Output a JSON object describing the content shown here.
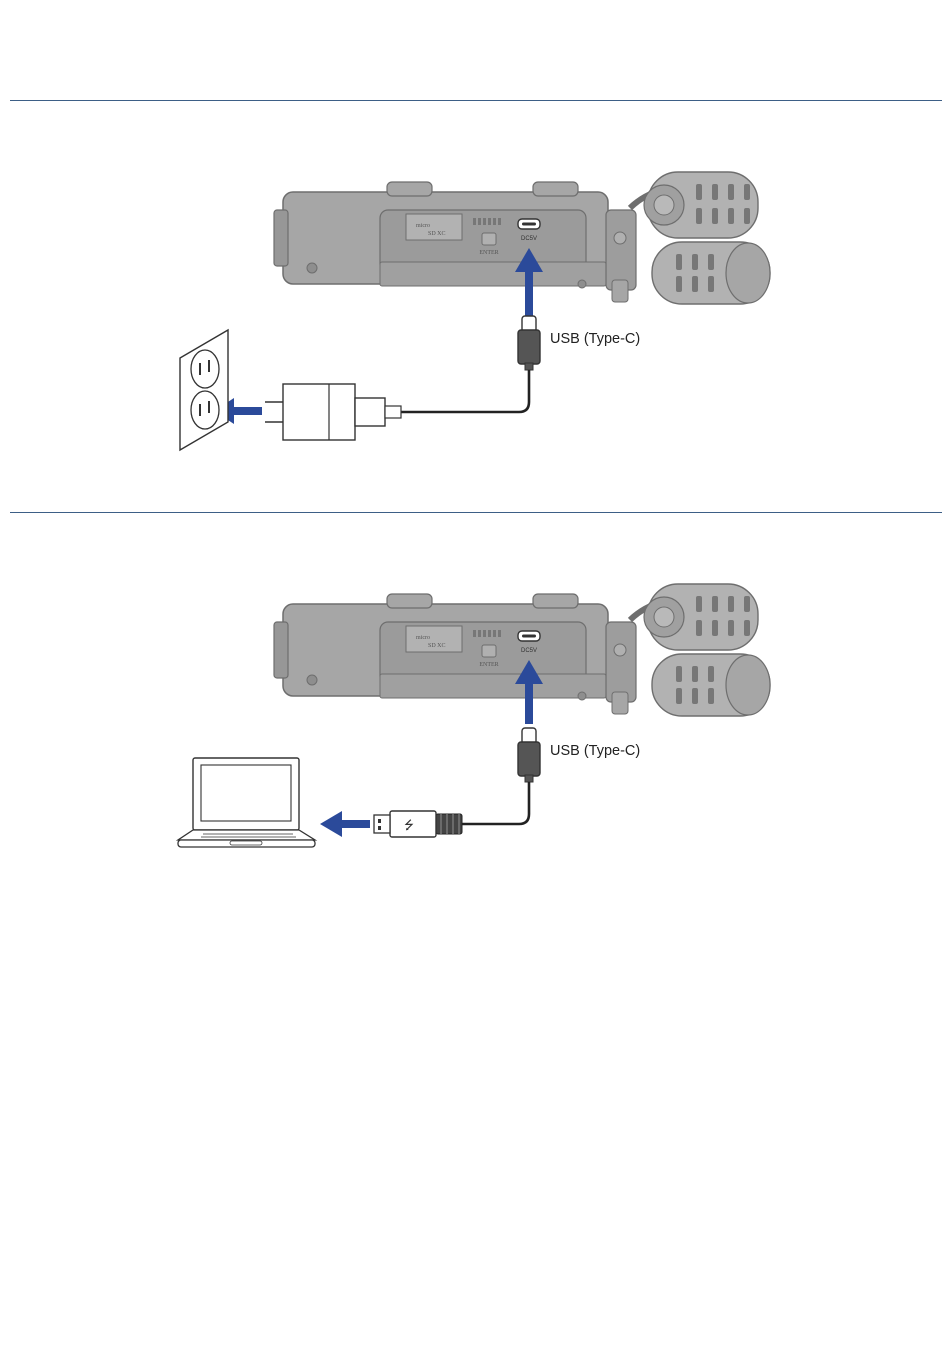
{
  "figures": [
    {
      "id": "ac-adapter",
      "cable_label": "USB (Type-C)",
      "port_labels": {
        "dc": "DC5V",
        "enter": "ENTER",
        "card": "micro SD XC"
      },
      "source_device": "ac-adapter",
      "flow": "adapter-to-outlet"
    },
    {
      "id": "computer",
      "cable_label": "USB (Type-C)",
      "port_labels": {
        "dc": "DC5V",
        "enter": "ENTER",
        "card": "micro SD XC"
      },
      "source_device": "laptop",
      "flow": "usb-a-to-computer"
    }
  ],
  "colors": {
    "arrow": "#2b4a9a",
    "rule": "#3d5f86",
    "device": "#a6a6a6",
    "device_dark": "#8e8e8e"
  },
  "icons": [
    "wall-outlet-icon",
    "ac-adapter-icon",
    "laptop-icon",
    "usb-a-plug-icon",
    "usb-c-plug-icon",
    "recorder-device-icon"
  ]
}
